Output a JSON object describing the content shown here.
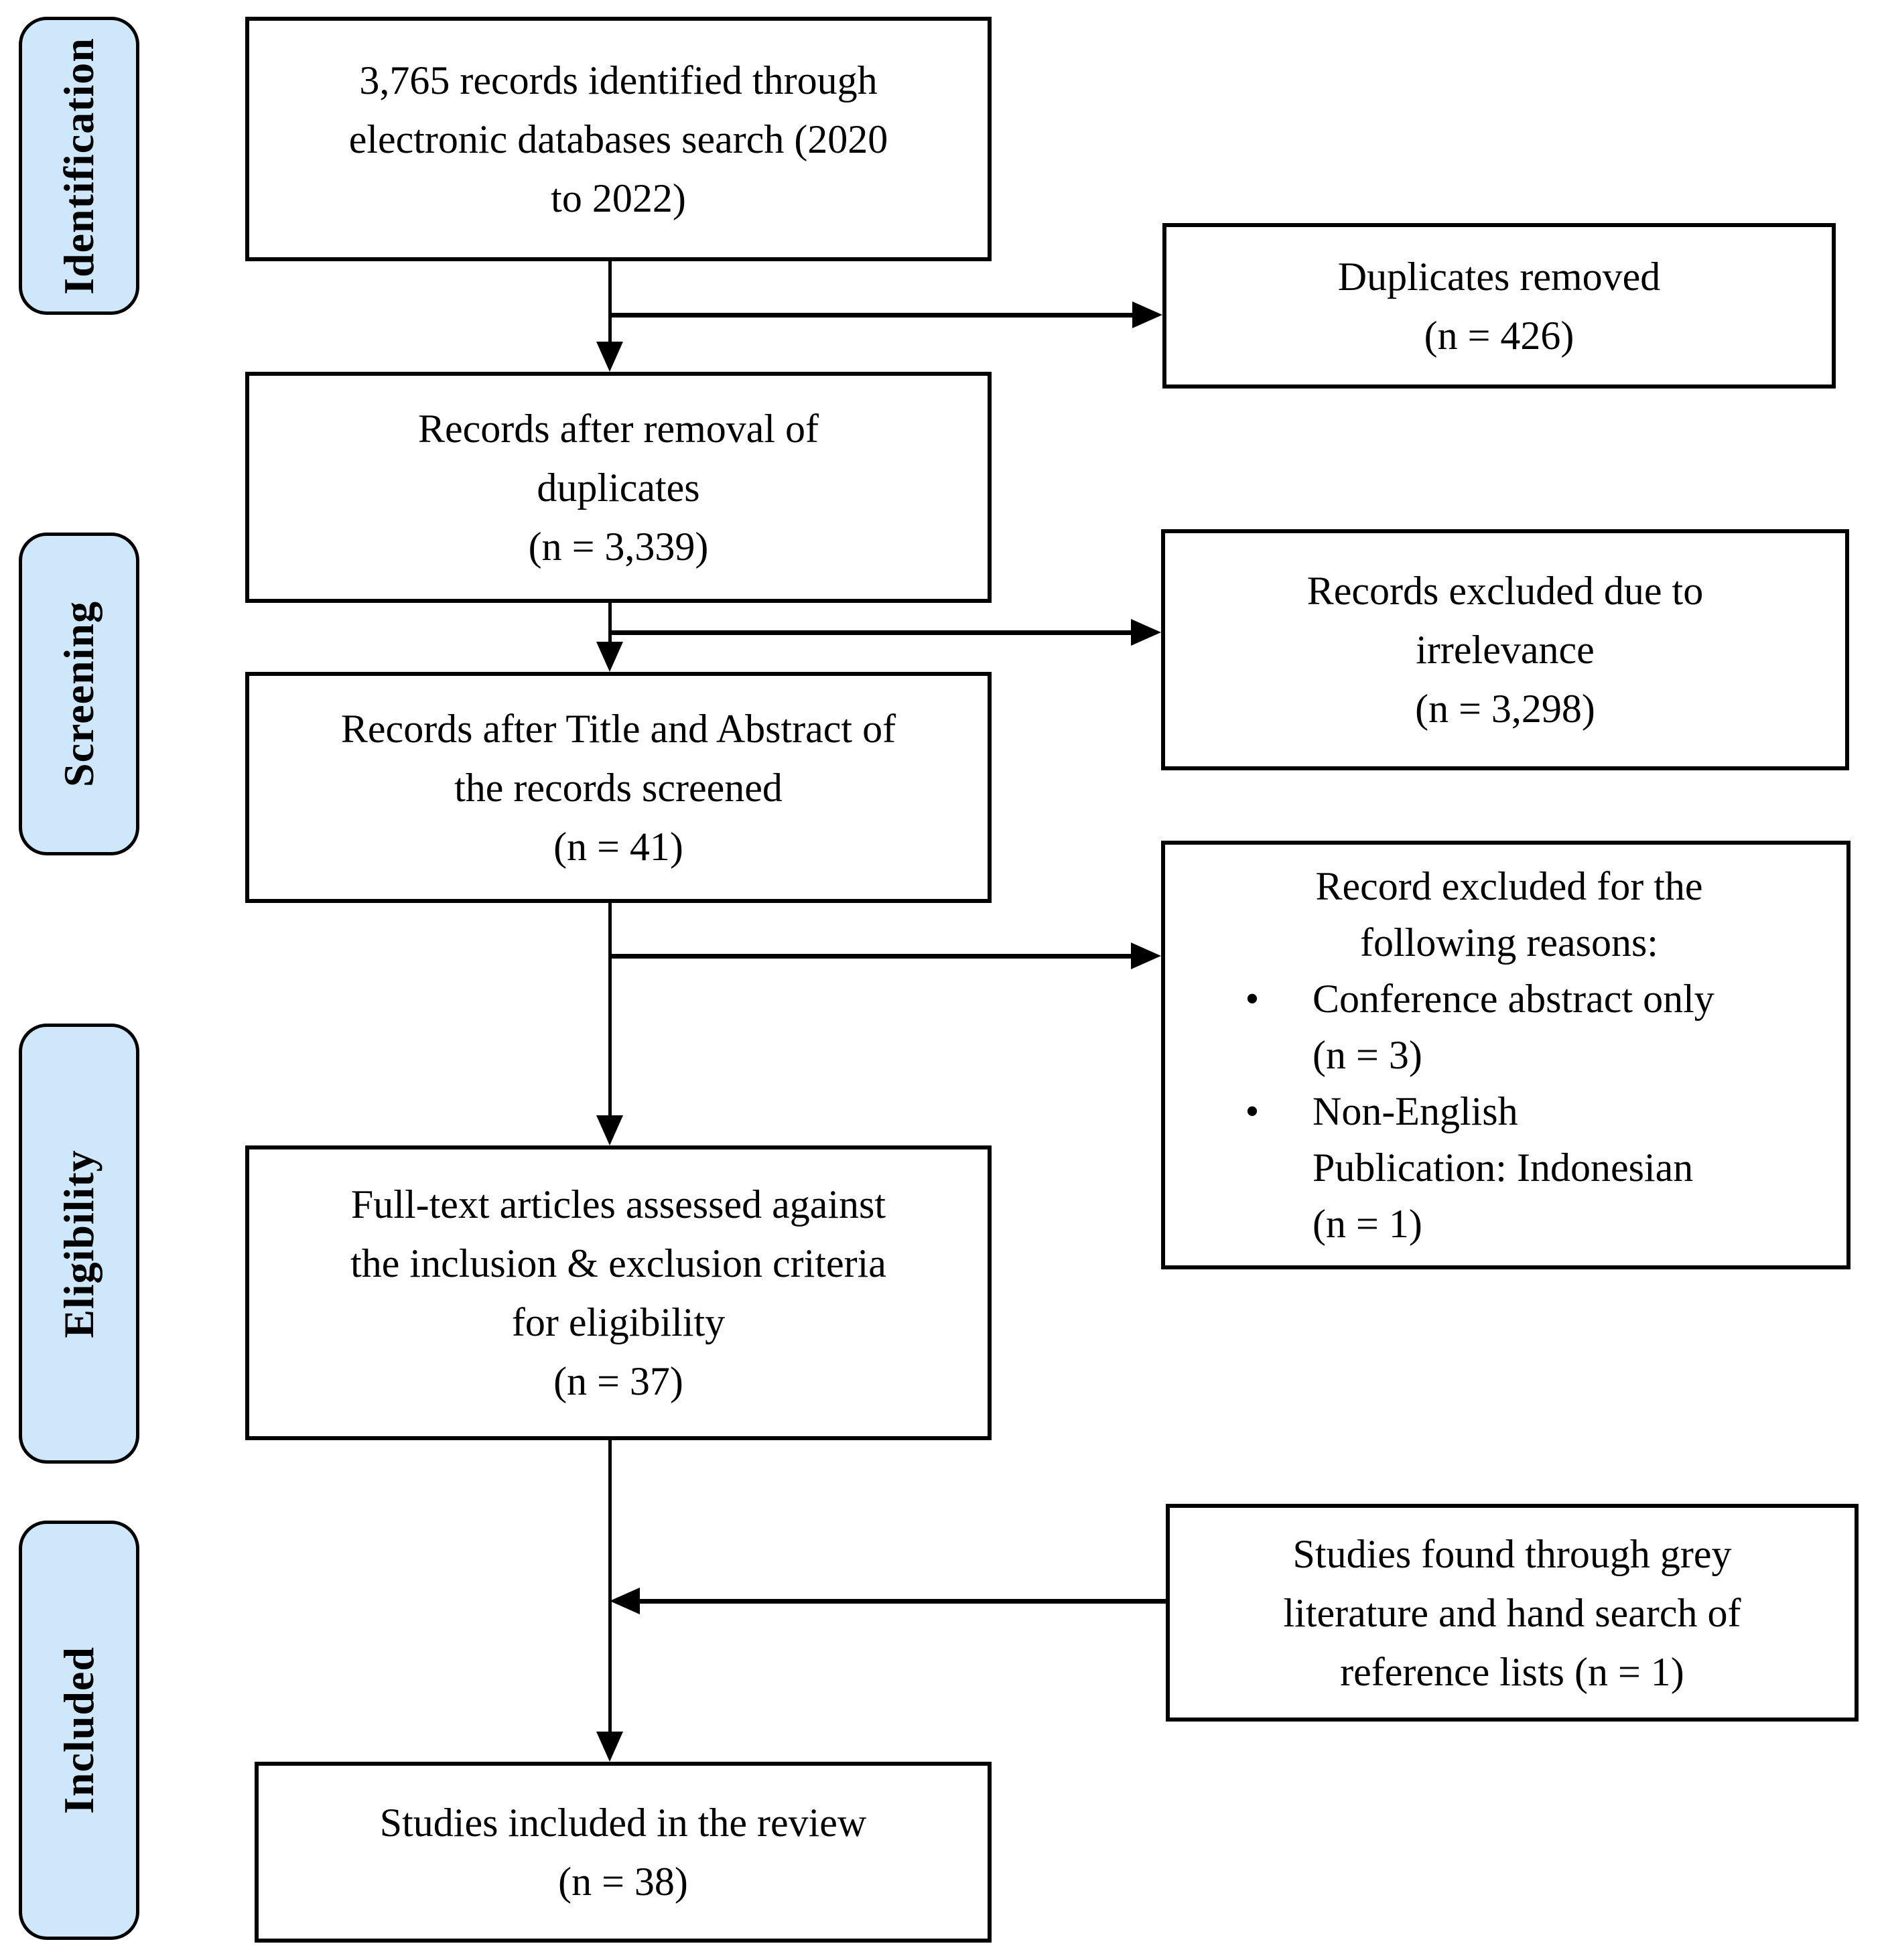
{
  "colors": {
    "stage_fill": "#cfe7fa",
    "line": "#000000",
    "box_background": "#ffffff",
    "text": "#000000"
  },
  "stages": [
    {
      "label": "Identification"
    },
    {
      "label": "Screening"
    },
    {
      "label": "Eligibility"
    },
    {
      "label": "Included"
    }
  ],
  "flow_boxes": {
    "identified": {
      "lines": [
        "3,765 records identified through",
        "electronic databases search (2020",
        "to 2022)"
      ]
    },
    "after_duplicates": {
      "lines": [
        "Records after removal of",
        "duplicates",
        "(n = 3,339)"
      ]
    },
    "title_abstract_screened": {
      "lines": [
        "Records after Title and Abstract of",
        "the records screened",
        "(n = 41)"
      ]
    },
    "fulltext_assessed": {
      "lines": [
        "Full-text articles assessed against",
        "the inclusion & exclusion criteria",
        "for eligibility",
        "(n = 37)"
      ]
    },
    "included_in_review": {
      "lines": [
        "Studies included in the review",
        "(n = 38)"
      ]
    }
  },
  "side_boxes": {
    "duplicates_removed": {
      "lines": [
        "Duplicates removed",
        "(n = 426)"
      ]
    },
    "excluded_irrelevance": {
      "lines": [
        "Records excluded due to",
        "irrelevance",
        "(n = 3,298)"
      ]
    },
    "excluded_reasons": {
      "header_lines": [
        "Record excluded for the",
        "following reasons:"
      ],
      "bullet_char": "•",
      "bullets": [
        {
          "lines": [
            "Conference abstract only",
            "(n = 3)"
          ]
        },
        {
          "lines": [
            "Non-English",
            "Publication: Indonesian",
            "(n = 1)"
          ]
        }
      ]
    },
    "grey_literature": {
      "lines": [
        "Studies found through grey",
        "literature and hand search of",
        "reference lists (n = 1)"
      ]
    }
  }
}
